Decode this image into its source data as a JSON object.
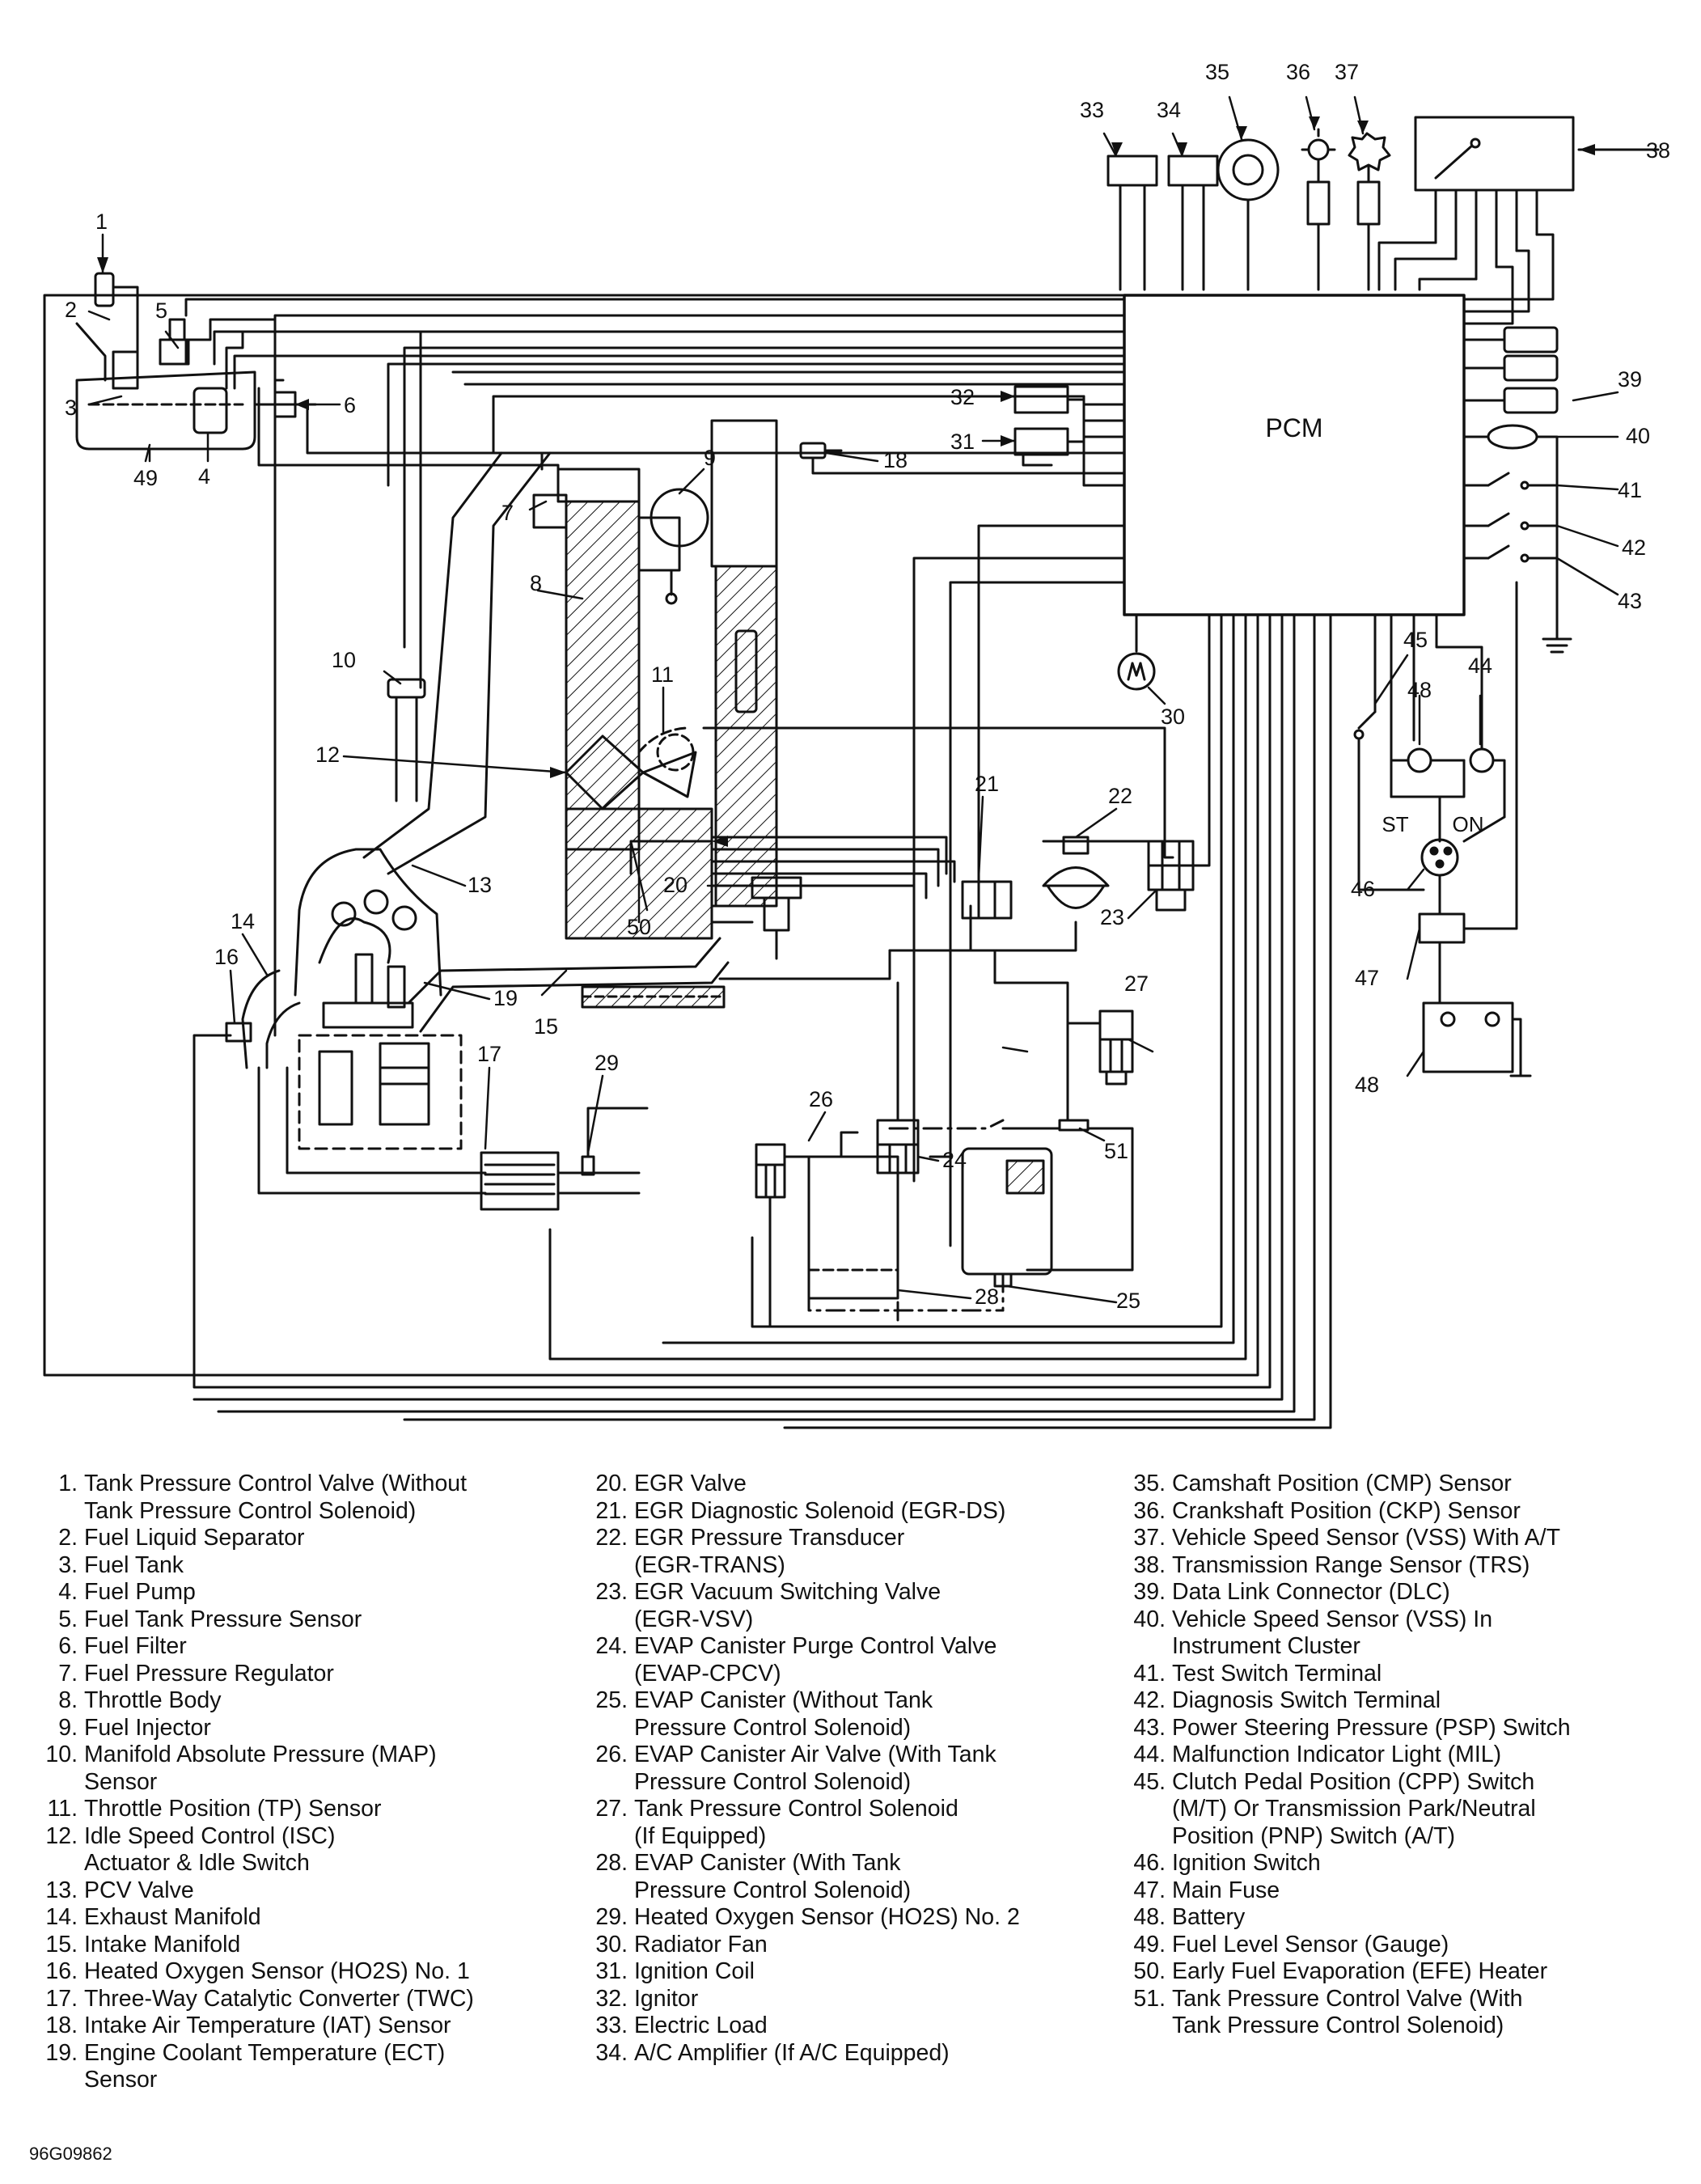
{
  "pcm_label": "PCM",
  "switch_labels": {
    "st": "ST",
    "on": "ON"
  },
  "callouts": [
    "1",
    "2",
    "3",
    "4",
    "5",
    "6",
    "7",
    "8",
    "9",
    "10",
    "11",
    "12",
    "13",
    "14",
    "15",
    "16",
    "17",
    "18",
    "19",
    "20",
    "21",
    "22",
    "23",
    "24",
    "25",
    "26",
    "27",
    "28",
    "29",
    "30",
    "31",
    "32",
    "33",
    "34",
    "35",
    "36",
    "37",
    "38",
    "39",
    "40",
    "41",
    "42",
    "43",
    "44",
    "45",
    "46",
    "47",
    "48",
    "49",
    "50",
    "51"
  ],
  "legend": [
    {
      "num": "1.",
      "text": "Tank Pressure Control Valve (Without\nTank Pressure Control Solenoid)"
    },
    {
      "num": "2.",
      "text": "Fuel Liquid Separator"
    },
    {
      "num": "3.",
      "text": "Fuel Tank"
    },
    {
      "num": "4.",
      "text": "Fuel Pump"
    },
    {
      "num": "5.",
      "text": "Fuel Tank Pressure Sensor"
    },
    {
      "num": "6.",
      "text": "Fuel Filter"
    },
    {
      "num": "7.",
      "text": "Fuel Pressure Regulator"
    },
    {
      "num": "8.",
      "text": "Throttle Body"
    },
    {
      "num": "9.",
      "text": "Fuel Injector"
    },
    {
      "num": "10.",
      "text": "Manifold Absolute Pressure (MAP)\nSensor"
    },
    {
      "num": "11.",
      "text": "Throttle Position (TP) Sensor"
    },
    {
      "num": "12.",
      "text": "Idle Speed Control (ISC)\nActuator & Idle Switch"
    },
    {
      "num": "13.",
      "text": "PCV Valve"
    },
    {
      "num": "14.",
      "text": "Exhaust Manifold"
    },
    {
      "num": "15.",
      "text": "Intake Manifold"
    },
    {
      "num": "16.",
      "text": "Heated Oxygen Sensor (HO2S) No. 1"
    },
    {
      "num": "17.",
      "text": "Three-Way Catalytic Converter (TWC)"
    },
    {
      "num": "18.",
      "text": "Intake Air Temperature (IAT) Sensor"
    },
    {
      "num": "19.",
      "text": "Engine Coolant Temperature (ECT)\nSensor"
    },
    {
      "num": "20.",
      "text": "EGR Valve"
    },
    {
      "num": "21.",
      "text": "EGR Diagnostic Solenoid (EGR-DS)"
    },
    {
      "num": "22.",
      "text": "EGR Pressure Transducer\n(EGR-TRANS)"
    },
    {
      "num": "23.",
      "text": "EGR Vacuum Switching Valve\n(EGR-VSV)"
    },
    {
      "num": "24.",
      "text": "EVAP Canister Purge Control Valve\n(EVAP-CPCV)"
    },
    {
      "num": "25.",
      "text": "EVAP Canister (Without Tank\nPressure Control Solenoid)"
    },
    {
      "num": "26.",
      "text": "EVAP Canister Air Valve (With Tank\nPressure Control Solenoid)"
    },
    {
      "num": "27.",
      "text": "Tank Pressure Control Solenoid\n(If Equipped)"
    },
    {
      "num": "28.",
      "text": "EVAP Canister (With Tank\nPressure Control Solenoid)"
    },
    {
      "num": "29.",
      "text": "Heated Oxygen Sensor (HO2S) No. 2"
    },
    {
      "num": "30.",
      "text": "Radiator Fan"
    },
    {
      "num": "31.",
      "text": "Ignition Coil"
    },
    {
      "num": "32.",
      "text": "Ignitor"
    },
    {
      "num": "33.",
      "text": "Electric Load"
    },
    {
      "num": "34.",
      "text": "A/C Amplifier (If A/C Equipped)"
    },
    {
      "num": "35.",
      "text": "Camshaft Position (CMP) Sensor"
    },
    {
      "num": "36.",
      "text": "Crankshaft Position (CKP) Sensor"
    },
    {
      "num": "37.",
      "text": "Vehicle Speed Sensor (VSS) With A/T"
    },
    {
      "num": "38.",
      "text": "Transmission Range Sensor (TRS)"
    },
    {
      "num": "39.",
      "text": "Data Link Connector (DLC)"
    },
    {
      "num": "40.",
      "text": "Vehicle Speed Sensor (VSS) In\nInstrument Cluster"
    },
    {
      "num": "41.",
      "text": "Test Switch Terminal"
    },
    {
      "num": "42.",
      "text": "Diagnosis Switch Terminal"
    },
    {
      "num": "43.",
      "text": "Power Steering Pressure (PSP) Switch"
    },
    {
      "num": "44.",
      "text": "Malfunction Indicator Light (MIL)"
    },
    {
      "num": "45.",
      "text": "Clutch Pedal Position (CPP) Switch\n(M/T) Or Transmission Park/Neutral\nPosition (PNP) Switch (A/T)"
    },
    {
      "num": "46.",
      "text": "Ignition Switch"
    },
    {
      "num": "47.",
      "text": "Main Fuse"
    },
    {
      "num": "48.",
      "text": "Battery"
    },
    {
      "num": "49.",
      "text": "Fuel Level Sensor (Gauge)"
    },
    {
      "num": "50.",
      "text": "Early Fuel Evaporation (EFE) Heater"
    },
    {
      "num": "51.",
      "text": "Tank Pressure Control Valve (With\nTank Pressure Control Solenoid)"
    }
  ],
  "figure_code": "96G09862"
}
